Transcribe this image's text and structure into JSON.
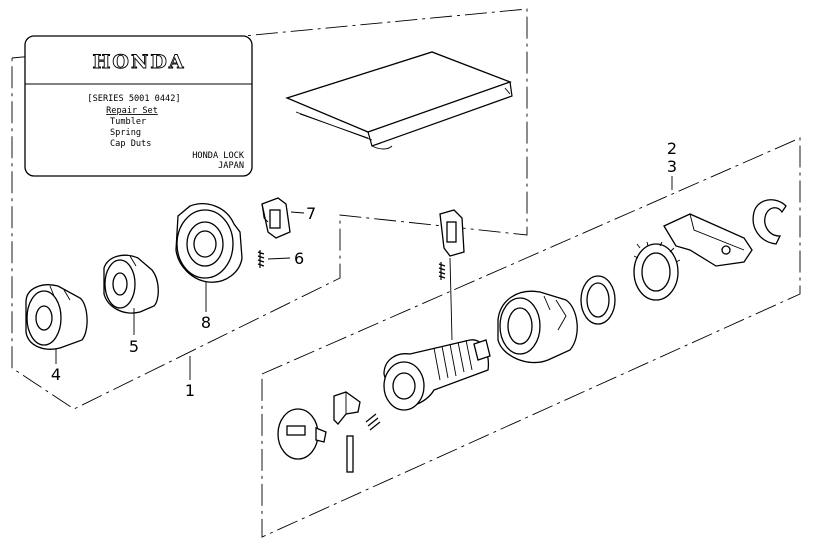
{
  "label_card": {
    "brand": "HONDA",
    "series": "[SERIES 5001 0442]",
    "title": "Repair Set",
    "items": [
      "Tumbler",
      "Spring",
      "Cap Duts"
    ],
    "maker_line1": "HONDA LOCK",
    "maker_line2": "JAPAN"
  },
  "callouts": {
    "c1": "1",
    "c2": "2",
    "c3": "3",
    "c4": "4",
    "c5": "5",
    "c6": "6",
    "c7": "7",
    "c8": "8"
  }
}
